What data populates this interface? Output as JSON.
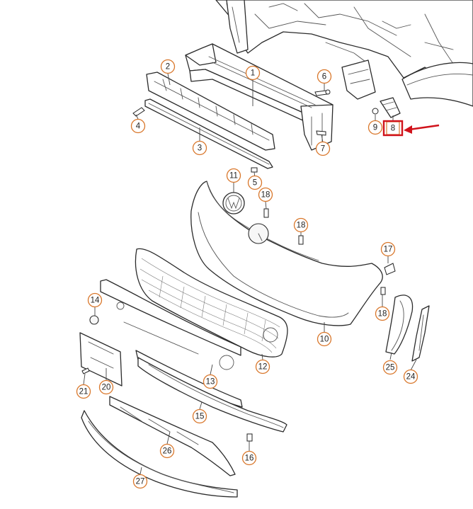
{
  "diagram": {
    "colors": {
      "callout_ring": "#d9772b",
      "highlight": "#d0121b",
      "line": "#2b2b2b"
    },
    "callouts": [
      {
        "label": "1",
        "part": "bumper-carrier"
      },
      {
        "label": "2",
        "part": "impact-absorber"
      },
      {
        "label": "3",
        "part": "lower-trim-strip"
      },
      {
        "label": "4",
        "part": "clip-left"
      },
      {
        "label": "5",
        "part": "screw-center"
      },
      {
        "label": "6",
        "part": "bolt-right-upper"
      },
      {
        "label": "7",
        "part": "bolt-right-lower"
      },
      {
        "label": "8",
        "part": "bracket-right",
        "highlighted": true
      },
      {
        "label": "9",
        "part": "nut-right"
      },
      {
        "label": "10",
        "part": "bumper-cover"
      },
      {
        "label": "11",
        "part": "emblem"
      },
      {
        "label": "12",
        "part": "grille-center"
      },
      {
        "label": "13",
        "part": "grille-lower"
      },
      {
        "label": "14",
        "part": "tow-cap"
      },
      {
        "label": "15",
        "part": "spoiler"
      },
      {
        "label": "16",
        "part": "screw-bottom"
      },
      {
        "label": "17",
        "part": "spreader-nut"
      },
      {
        "label": "18",
        "part": "screws"
      },
      {
        "label": "18",
        "part": "screws"
      },
      {
        "label": "18",
        "part": "screws"
      },
      {
        "label": "20",
        "part": "plate-holder"
      },
      {
        "label": "21",
        "part": "plate-screw"
      },
      {
        "label": "24",
        "part": "side-bracket"
      },
      {
        "label": "25",
        "part": "wheel-arch-trim"
      },
      {
        "label": "26",
        "part": "lower-panel"
      },
      {
        "label": "27",
        "part": "bottom-molding"
      }
    ],
    "arrow_target": "8"
  }
}
